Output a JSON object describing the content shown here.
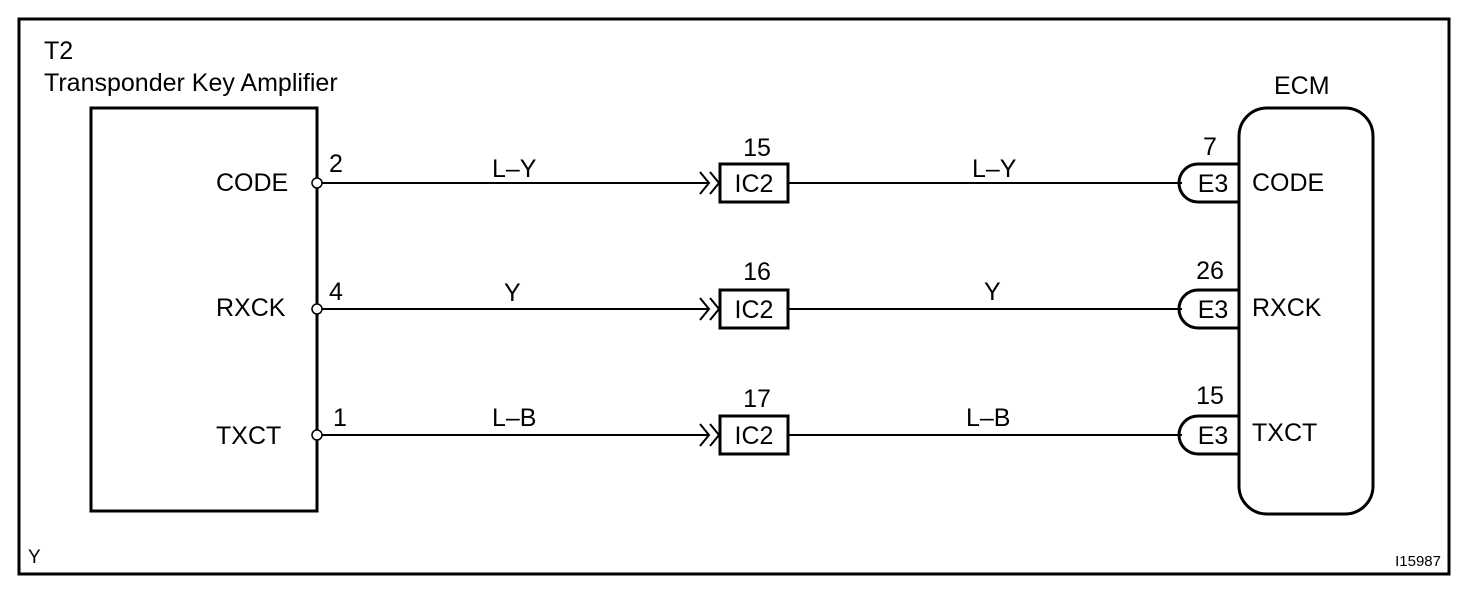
{
  "component_left": {
    "code": "T2",
    "name": "Transponder Key Amplifier",
    "pins": [
      {
        "signal": "CODE",
        "pin": "2"
      },
      {
        "signal": "RXCK",
        "pin": "4"
      },
      {
        "signal": "TXCT",
        "pin": "1"
      }
    ]
  },
  "component_right": {
    "name": "ECM",
    "connector": "E3",
    "pins": [
      {
        "signal": "CODE",
        "pin": "7"
      },
      {
        "signal": "RXCK",
        "pin": "26"
      },
      {
        "signal": "TXCT",
        "pin": "15"
      }
    ]
  },
  "junction": {
    "connector": "IC2",
    "pins": [
      "15",
      "16",
      "17"
    ]
  },
  "wires": [
    {
      "left_color": "L–Y",
      "right_color": "L–Y"
    },
    {
      "left_color": "Y",
      "right_color": "Y"
    },
    {
      "left_color": "L–B",
      "right_color": "L–B"
    }
  ],
  "footer": {
    "left_note": "Y",
    "figure_id": "I15987"
  }
}
